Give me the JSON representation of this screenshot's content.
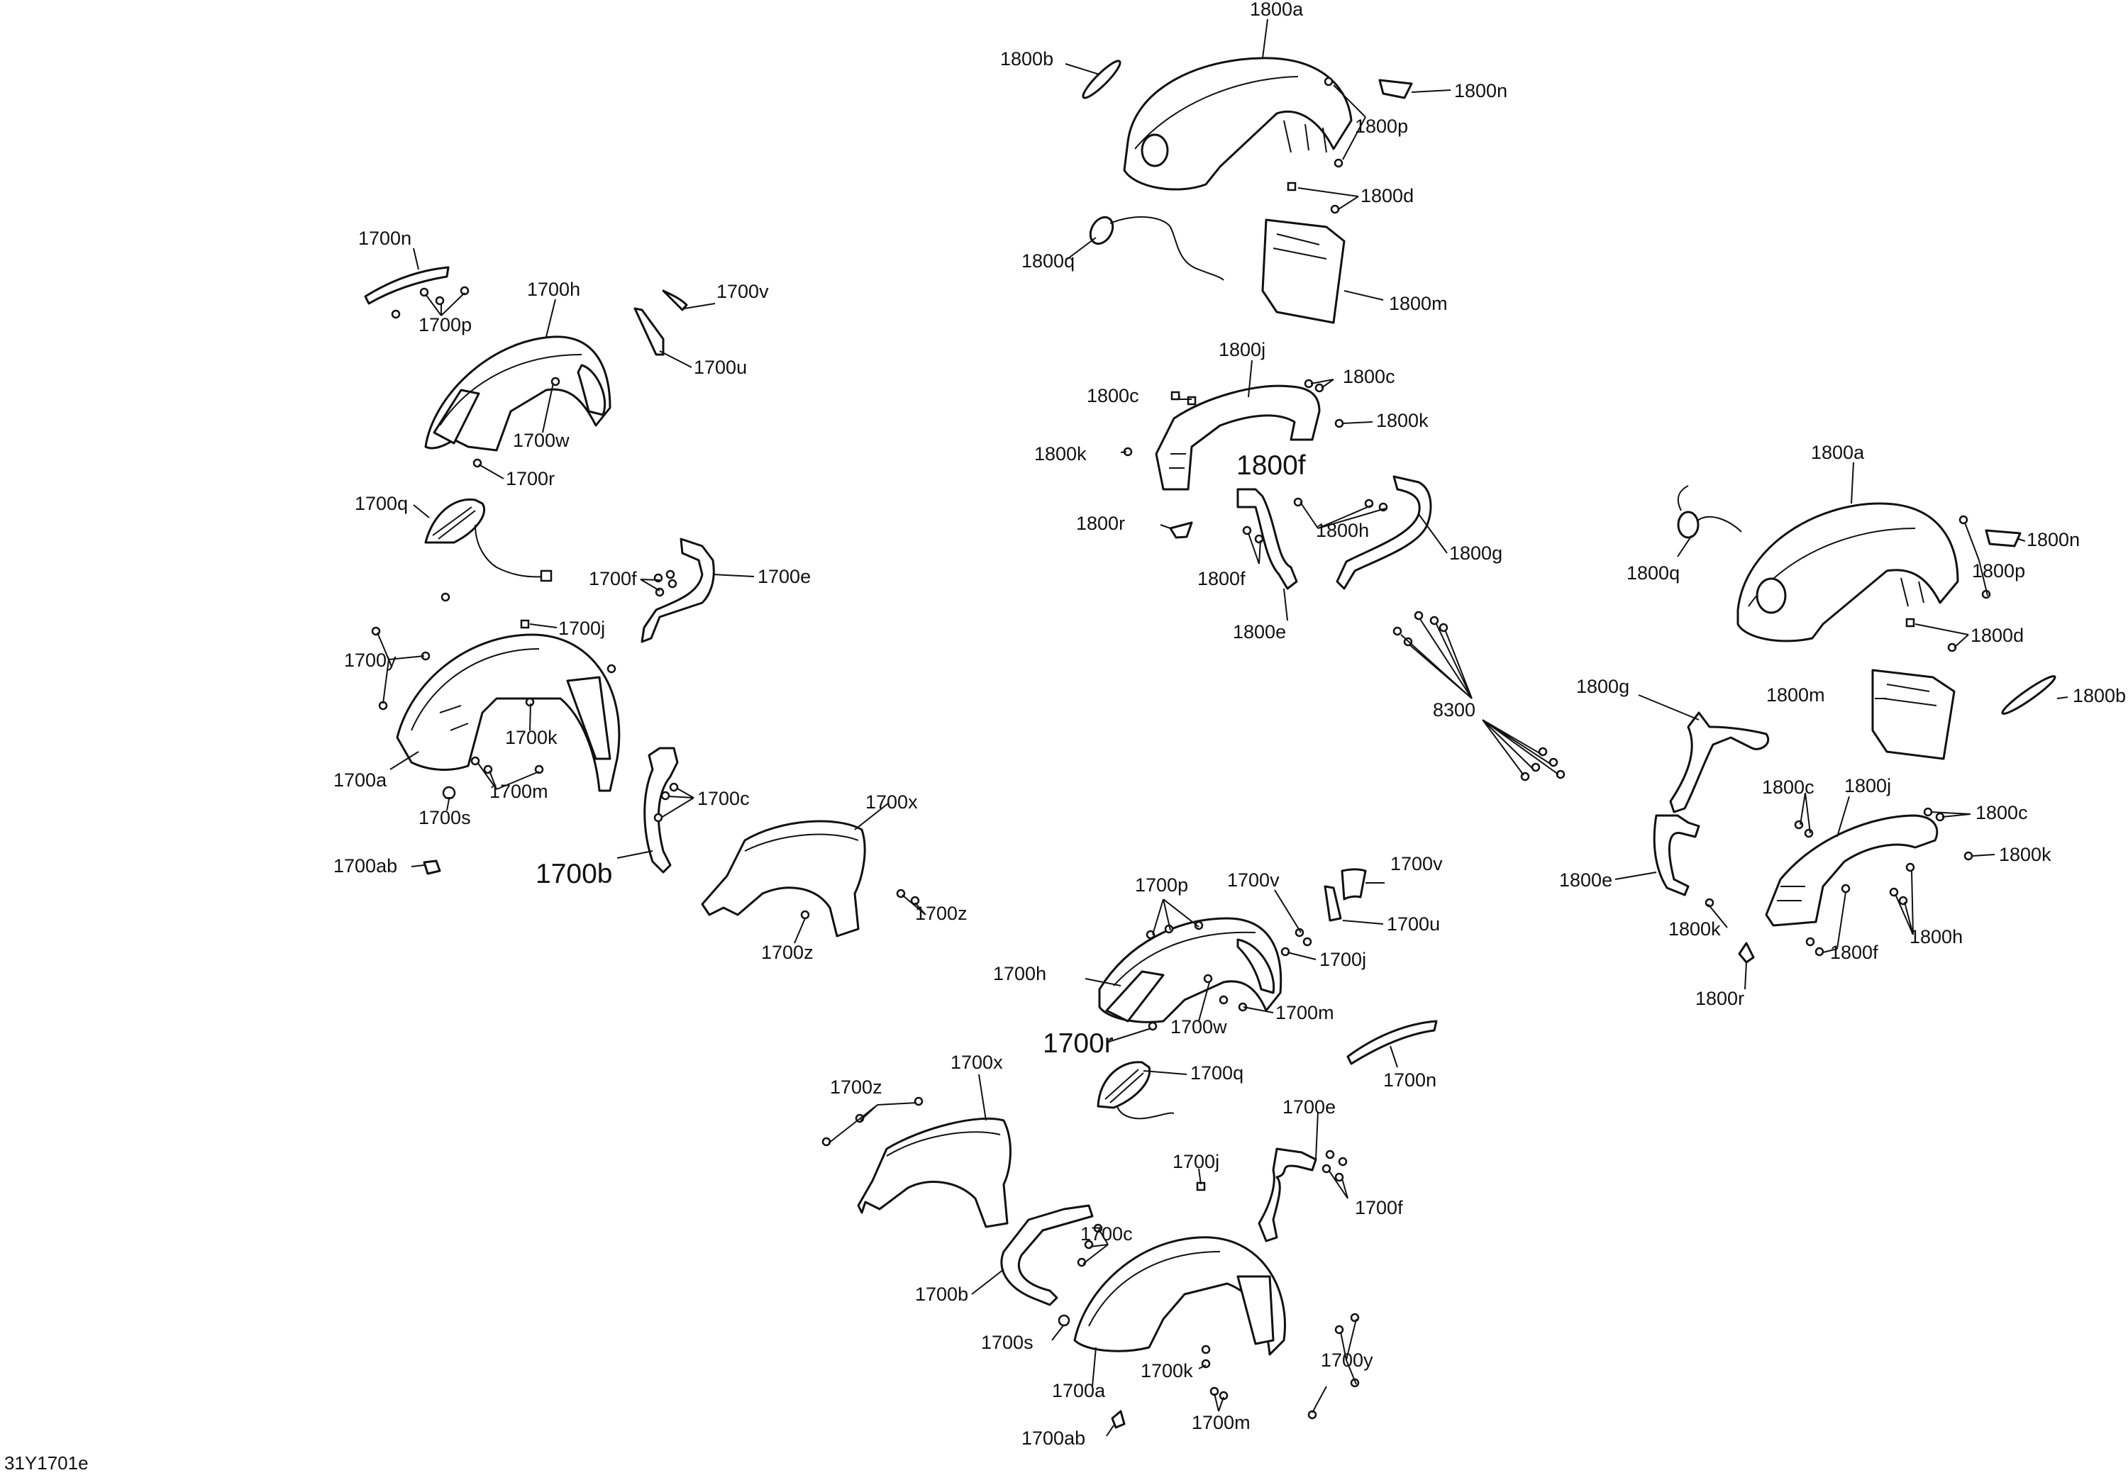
{
  "diagram_id": "31Y1701e",
  "labels": {
    "l1800a_top": "1800a",
    "l1800b_top": "1800b",
    "l1800n_top": "1800n",
    "l1800p_top": "1800p",
    "l1800d_top": "1800d",
    "l1800q_top": "1800q",
    "l1800m_top": "1800m",
    "l1800j_mid": "1800j",
    "l1800c_mid_a": "1800c",
    "l1800c_mid_b": "1800c",
    "l1800k_mid_a": "1800k",
    "l1800k_mid_b": "1800k",
    "l1800f_mid_big": "1800f",
    "l1800r_mid": "1800r",
    "l1800h_mid": "1800h",
    "l1800f_mid": "1800f",
    "l1800g_mid": "1800g",
    "l1800e_mid": "1800e",
    "l8300": "8300",
    "l1800a_r": "1800a",
    "l1800q_r": "1800q",
    "l1800n_r": "1800n",
    "l1800p_r": "1800p",
    "l1800d_r": "1800d",
    "l1800m_r": "1800m",
    "l1800b_r": "1800b",
    "l1800g_r": "1800g",
    "l1800c_r_a": "1800c",
    "l1800j_r": "1800j",
    "l1800c_r_b": "1800c",
    "l1800k_r_a": "1800k",
    "l1800e_r": "1800e",
    "l1800k_r_b": "1800k",
    "l1800f_r": "1800f",
    "l1800h_r": "1800h",
    "l1800r_r": "1800r",
    "l1700n_l": "1700n",
    "l1700h_l": "1700h",
    "l1700v_l": "1700v",
    "l1700p_l": "1700p",
    "l1700u_l": "1700u",
    "l1700w_l": "1700w",
    "l1700r_l": "1700r",
    "l1700q_l": "1700q",
    "l1700f_l": "1700f",
    "l1700e_l": "1700e",
    "l1700j_l": "1700j",
    "l1700y_l": "1700y",
    "l1700k_l": "1700k",
    "l1700a_l": "1700a",
    "l1700m_l": "1700m",
    "l1700s_l": "1700s",
    "l1700c_l": "1700c",
    "l1700x_l": "1700x",
    "l1700ab_l": "1700ab",
    "l1700b_l_big": "1700b",
    "l1700z_l_a": "1700z",
    "l1700z_l_b": "1700z",
    "l1700p_b": "1700p",
    "l1700v_b_a": "1700v",
    "l1700v_b_b": "1700v",
    "l1700u_b": "1700u",
    "l1700h_b": "1700h",
    "l1700j_b": "1700j",
    "l1700w_b": "1700w",
    "l1700m_b": "1700m",
    "l1700r_b_big": "1700r",
    "l1700q_b": "1700q",
    "l1700n_b": "1700n",
    "l1700x_b": "1700x",
    "l1700z_b": "1700z",
    "l1700e_b": "1700e",
    "l1700j_b2": "1700j",
    "l1700f_b": "1700f",
    "l1700c_b": "1700c",
    "l1700b_b": "1700b",
    "l1700s_b": "1700s",
    "l1700a_b": "1700a",
    "l1700k_b": "1700k",
    "l1700y_b": "1700y",
    "l1700ab_b": "1700ab",
    "l1700m_b2": "1700m"
  }
}
